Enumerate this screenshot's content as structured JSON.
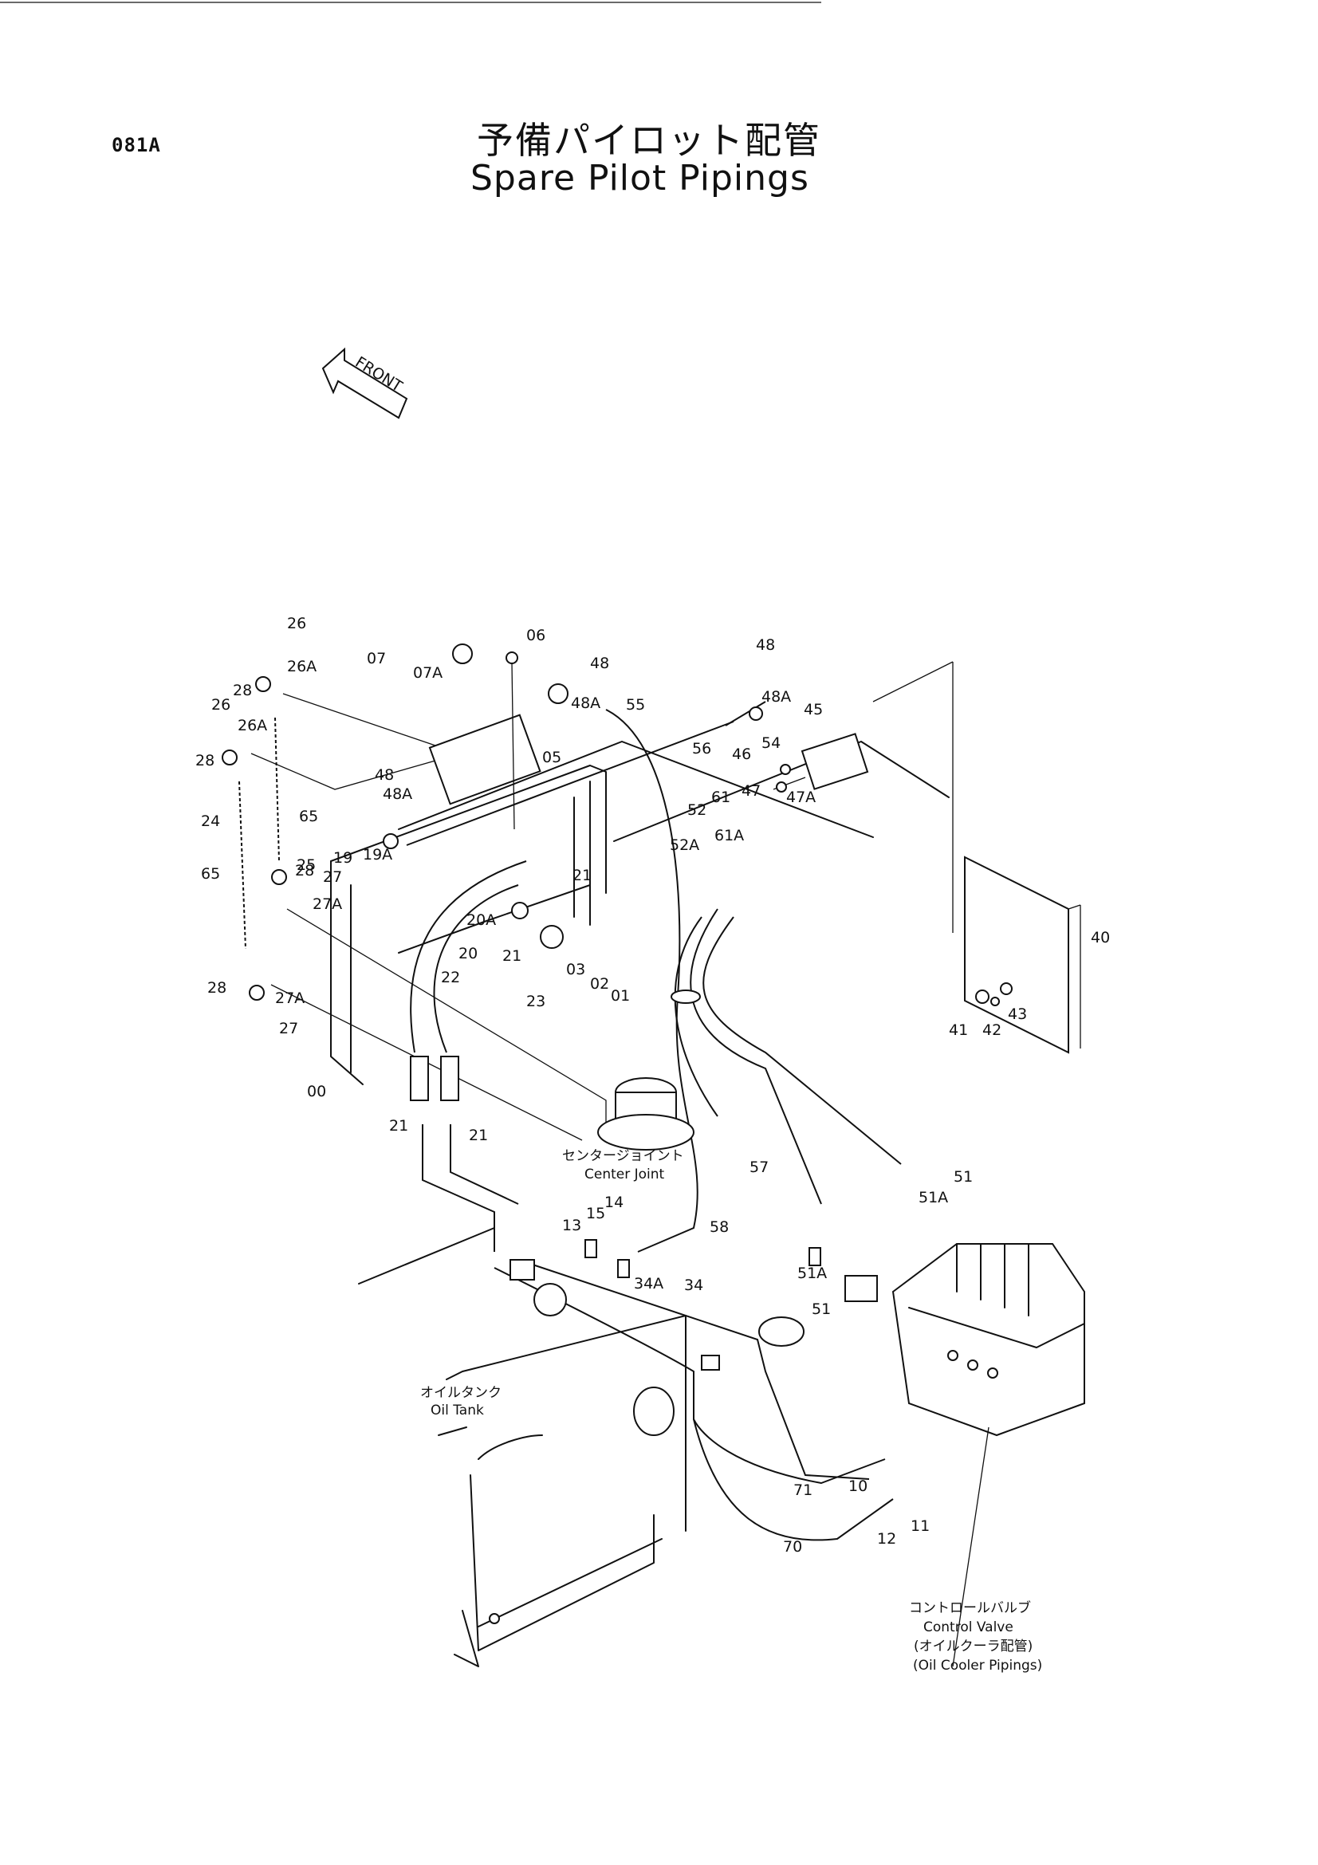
{
  "header": {
    "sheet_code": "081A",
    "title_jp": "予備パイロット配管",
    "title_en": "Spare Pilot Pipings"
  },
  "front_label": "FRONT",
  "captions": {
    "center_joint_jp": "センタージョイント",
    "center_joint_en": "Center Joint",
    "oil_tank_jp": "オイルタンク",
    "oil_tank_en": "Oil Tank",
    "control_valve_jp": "コントロールバルブ",
    "control_valve_en": "Control Valve",
    "oil_cooler_jp": "(オイルクーラ配管)",
    "oil_cooler_en": "(Oil Cooler Pipings)"
  },
  "callouts": [
    {
      "id": "c26a",
      "text": "26"
    },
    {
      "id": "c26A_a",
      "text": "26A"
    },
    {
      "id": "c26b",
      "text": "26"
    },
    {
      "id": "c28a",
      "text": "28"
    },
    {
      "id": "c26A_b",
      "text": "26A"
    },
    {
      "id": "c28b",
      "text": "28"
    },
    {
      "id": "c24",
      "text": "24"
    },
    {
      "id": "c65a",
      "text": "65"
    },
    {
      "id": "c65b",
      "text": "65"
    },
    {
      "id": "c25",
      "text": "25"
    },
    {
      "id": "c28c",
      "text": "28"
    },
    {
      "id": "c27a",
      "text": "27"
    },
    {
      "id": "c27A_a",
      "text": "27A"
    },
    {
      "id": "c28d",
      "text": "28"
    },
    {
      "id": "c27A_b",
      "text": "27A"
    },
    {
      "id": "c27b",
      "text": "27"
    },
    {
      "id": "c00",
      "text": "00"
    },
    {
      "id": "c07",
      "text": "07"
    },
    {
      "id": "c07A",
      "text": "07A"
    },
    {
      "id": "c06",
      "text": "06"
    },
    {
      "id": "c05",
      "text": "05"
    },
    {
      "id": "c48a",
      "text": "48"
    },
    {
      "id": "c48A_a",
      "text": "48A"
    },
    {
      "id": "c48b",
      "text": "48"
    },
    {
      "id": "c48A_b",
      "text": "48A"
    },
    {
      "id": "c55",
      "text": "55"
    },
    {
      "id": "c56",
      "text": "56"
    },
    {
      "id": "c19",
      "text": "19"
    },
    {
      "id": "c19A",
      "text": "19A"
    },
    {
      "id": "c21a",
      "text": "21"
    },
    {
      "id": "c20A",
      "text": "20A"
    },
    {
      "id": "c20",
      "text": "20"
    },
    {
      "id": "c21b",
      "text": "21"
    },
    {
      "id": "c22",
      "text": "22"
    },
    {
      "id": "c23",
      "text": "23"
    },
    {
      "id": "c03",
      "text": "03"
    },
    {
      "id": "c02",
      "text": "02"
    },
    {
      "id": "c01",
      "text": "01"
    },
    {
      "id": "c21c",
      "text": "21"
    },
    {
      "id": "c21d",
      "text": "21"
    },
    {
      "id": "c48c",
      "text": "48"
    },
    {
      "id": "c48A_c",
      "text": "48A"
    },
    {
      "id": "c45",
      "text": "45"
    },
    {
      "id": "c54",
      "text": "54"
    },
    {
      "id": "c46",
      "text": "46"
    },
    {
      "id": "c47",
      "text": "47"
    },
    {
      "id": "c47A",
      "text": "47A"
    },
    {
      "id": "c61",
      "text": "61"
    },
    {
      "id": "c52",
      "text": "52"
    },
    {
      "id": "c52A",
      "text": "52A"
    },
    {
      "id": "c61A",
      "text": "61A"
    },
    {
      "id": "c40",
      "text": "40"
    },
    {
      "id": "c41",
      "text": "41"
    },
    {
      "id": "c42",
      "text": "42"
    },
    {
      "id": "c43",
      "text": "43"
    },
    {
      "id": "c57",
      "text": "57"
    },
    {
      "id": "c51a",
      "text": "51"
    },
    {
      "id": "c51A_a",
      "text": "51A"
    },
    {
      "id": "c14",
      "text": "14"
    },
    {
      "id": "c15",
      "text": "15"
    },
    {
      "id": "c13",
      "text": "13"
    },
    {
      "id": "c58",
      "text": "58"
    },
    {
      "id": "c34A",
      "text": "34A"
    },
    {
      "id": "c34",
      "text": "34"
    },
    {
      "id": "c51A_b",
      "text": "51A"
    },
    {
      "id": "c51b",
      "text": "51"
    },
    {
      "id": "c71",
      "text": "71"
    },
    {
      "id": "c10",
      "text": "10"
    },
    {
      "id": "c11",
      "text": "11"
    },
    {
      "id": "c12",
      "text": "12"
    },
    {
      "id": "c70",
      "text": "70"
    }
  ]
}
